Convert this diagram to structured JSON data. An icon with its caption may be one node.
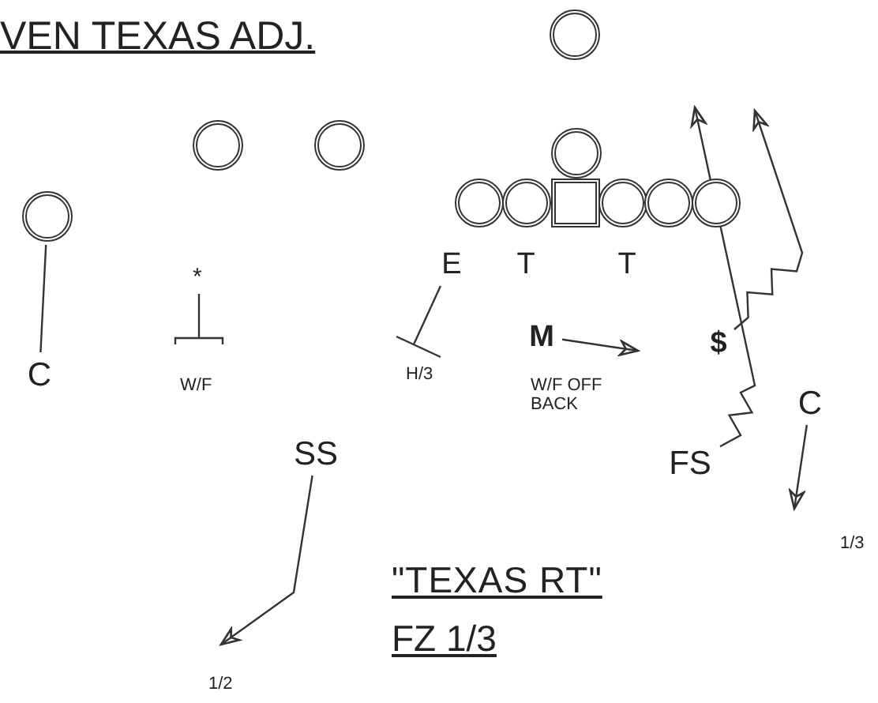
{
  "diagram": {
    "title": "VEN TEXAS ADJ.",
    "nodes": [
      {
        "text": [],
        "shape": "circle"
      },
      {
        "text": [],
        "shape": "circle"
      },
      {
        "text": [],
        "shape": "circle"
      },
      {
        "text": [],
        "shape": "circle"
      },
      {
        "text": [],
        "shape": "circle"
      },
      {
        "text": [],
        "shape": "circle"
      },
      {
        "text": [],
        "shape": "circle"
      },
      {
        "text": [],
        "shape": "box"
      },
      {
        "text": [],
        "shape": "circle"
      },
      {
        "text": [],
        "shape": "circle"
      },
      {
        "text": [],
        "shape": "circle"
      },
      {
        "text": [
          "E"
        ]
      },
      {
        "text": [
          "T"
        ]
      },
      {
        "text": [
          "T"
        ]
      },
      {
        "text": [
          "M"
        ]
      },
      {
        "text": [
          "$"
        ]
      },
      {
        "text": [
          "C"
        ]
      },
      {
        "text": [
          "FS"
        ]
      },
      {
        "text": [
          "C"
        ]
      },
      {
        "text": [
          "SS"
        ]
      }
    ],
    "edges": [
      {
        "from": 3,
        "to": 16,
        "arrow": "none"
      },
      {
        "from": 14,
        "to": null,
        "arrow": "to"
      },
      {
        "from": 15,
        "to": null,
        "arrow": "to"
      },
      {
        "from": 17,
        "to": null,
        "arrow": "to"
      },
      {
        "from": 18,
        "to": null,
        "arrow": "to"
      },
      {
        "from": 19,
        "to": null,
        "arrow": "to"
      }
    ],
    "labels": [
      "*",
      "W/F",
      "H/3",
      "W/F OFF BACK",
      "1/3",
      "\"TEXAS RT\"",
      "FZ 1/3",
      "1/2"
    ]
  }
}
